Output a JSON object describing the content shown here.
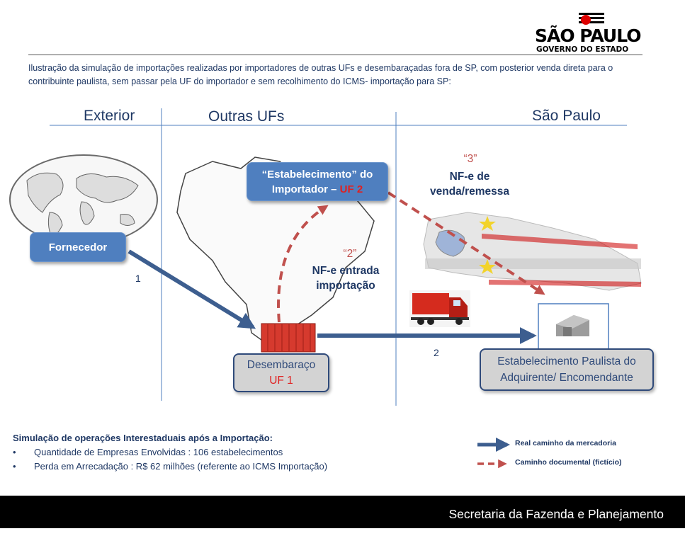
{
  "logo": {
    "line1": "SÃO PAULO",
    "line2": "GOVERNO DO ESTADO"
  },
  "subtitle": "Ilustração da simulação de importações realizadas por importadores  de outras UFs e desembaraçadas fora de SP, com posterior venda direta para o contribuinte  paulista, sem passar pela UF do importador  e sem recolhimento do ICMS- importação para SP:",
  "columns": {
    "exterior": "Exterior",
    "outras": "Outras UFs",
    "sp": "São Paulo"
  },
  "nodes": {
    "fornecedor": "Fornecedor",
    "importador": {
      "line1": "“Estabelecimento” do",
      "line2_a": "Importador – ",
      "line2_b": "UF 2"
    },
    "desembaraco": {
      "line1": "Desembaraço",
      "line2": "UF 1"
    },
    "paulista": {
      "line1": "Estabelecimento Paulista do",
      "line2": "Adquirente/ Encomendante"
    }
  },
  "labels": {
    "step1": "1",
    "step2": "2",
    "step2_doc_num": "“2”",
    "step2_doc_l1": "NF-e entrada",
    "step2_doc_l2": "importação",
    "step3_doc_num": "“3”",
    "step3_doc_l1": "NF-e de",
    "step3_doc_l2": "venda/remessa"
  },
  "notes": {
    "title": "Simulação de operações Interestaduais  após a Importação:",
    "items": [
      "Quantidade de Empresas Envolvidas : 106 estabelecimentos",
      "Perda em Arrecadação : R$ 62 milhões (referente ao ICMS Importação)"
    ]
  },
  "legend": {
    "real": "Real caminho da mercadoria",
    "doc": "Caminho documental (fictício)"
  },
  "footer": "Secretaria da Fazenda e Planejamento",
  "colors": {
    "blue": "#3d5e8f",
    "red_dash": "#c0504d",
    "box_blue": "#4f7fbf"
  }
}
